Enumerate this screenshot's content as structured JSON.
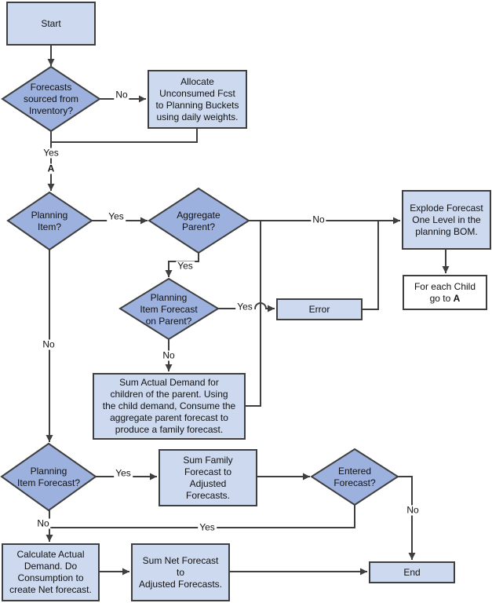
{
  "diagram": {
    "description": "Forecast consumption flowchart",
    "colors": {
      "decision_fill": "#9db1de",
      "process_fill": "#ccd9ee",
      "plain_fill": "#ffffff",
      "border_color": "#3f3f3f",
      "line_color": "#3f3f3f",
      "text_color": "#111111",
      "bg": "#ffffff"
    },
    "nodes": {
      "start": {
        "label": "Start"
      },
      "forecasts_sourced": {
        "label": "Forecasts\nsourced from\nInventory?"
      },
      "allocate_unconsumed": {
        "label": "Allocate\nUnconsumed Fcst\nto Planning Buckets\nusing daily weights."
      },
      "planning_item": {
        "label": "Planning\nItem?"
      },
      "aggregate_parent": {
        "label": "Aggregate\nParent?"
      },
      "explode_forecast": {
        "label": "Explode Forecast\nOne Level in the\nplanning BOM."
      },
      "for_each_child": {
        "line1": "For each Child",
        "line2_prefix": "go to",
        "line2_bold": "A"
      },
      "planning_item_forecast_on_parent": {
        "label": "Planning\nItem Forecast\non Parent?"
      },
      "error": {
        "label": "Error"
      },
      "sum_actual_demand": {
        "label": "Sum Actual Demand for\nchildren of the parent. Using\nthe child demand, Consume the\naggregate parent forecast to\nproduce a family forecast."
      },
      "planning_item_forecast": {
        "label": "Planning\nItem Forecast?"
      },
      "sum_family_forecast": {
        "label": "Sum Family\nForecast to\nAdjusted\nForecasts."
      },
      "entered_forecast": {
        "label": "Entered\nForecast?"
      },
      "calculate_actual_demand": {
        "label": "Calculate Actual\nDemand. Do\nConsumption to\ncreate Net forecast."
      },
      "sum_net_forecast": {
        "label": "Sum Net Forecast\nto\nAdjusted Forecasts."
      },
      "end": {
        "label": "End"
      }
    },
    "edge_labels": {
      "d1_no": "No",
      "d1_yes": "Yes",
      "a_marker": "A",
      "d2_yes": "Yes",
      "d2_no": "No",
      "d3_no": "No",
      "d3_yes": "Yes",
      "d4_yes": "Yes",
      "d4_no": "No",
      "d5_yes": "Yes",
      "d5_no": "No",
      "d6_no": "No",
      "d6_yes": "Yes"
    }
  }
}
